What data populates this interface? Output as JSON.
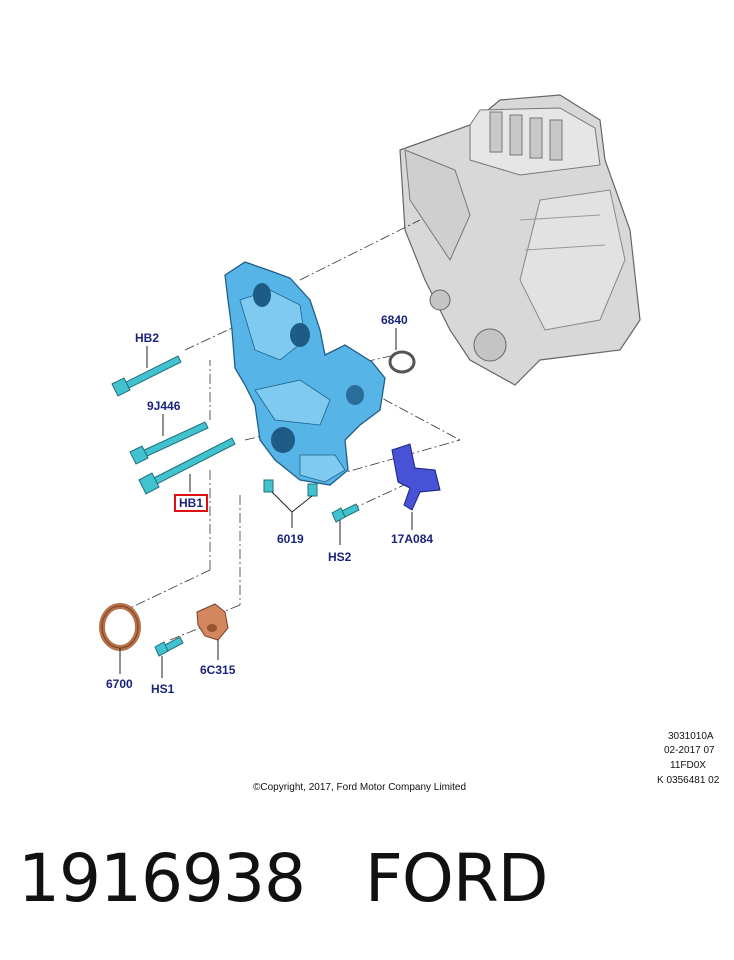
{
  "callouts": {
    "hb2": "HB2",
    "j446": "9J446",
    "hb1": "HB1",
    "p6840": "6840",
    "p6019": "6019",
    "hs2": "HS2",
    "a084": "17A084",
    "p6700": "6700",
    "hs1": "HS1",
    "c315": "6C315"
  },
  "meta": {
    "line1": "3031010A",
    "line2": "02-2017 07",
    "line3": "11FD0X",
    "line4": "K 0356481 02"
  },
  "copyright": "©Copyright, 2017, Ford Motor Company Limited",
  "caption": {
    "part_number": "1916938",
    "brand": "FORD"
  },
  "colors": {
    "cover_blue": "#4fb3e6",
    "bolt_teal": "#3fc4cf",
    "seal_brown": "#c9865a",
    "bracket_blue": "#4450d6",
    "engine_gray": "#d4d4d4",
    "label_blue": "#1a237e",
    "highlight_red": "#dd1111"
  }
}
